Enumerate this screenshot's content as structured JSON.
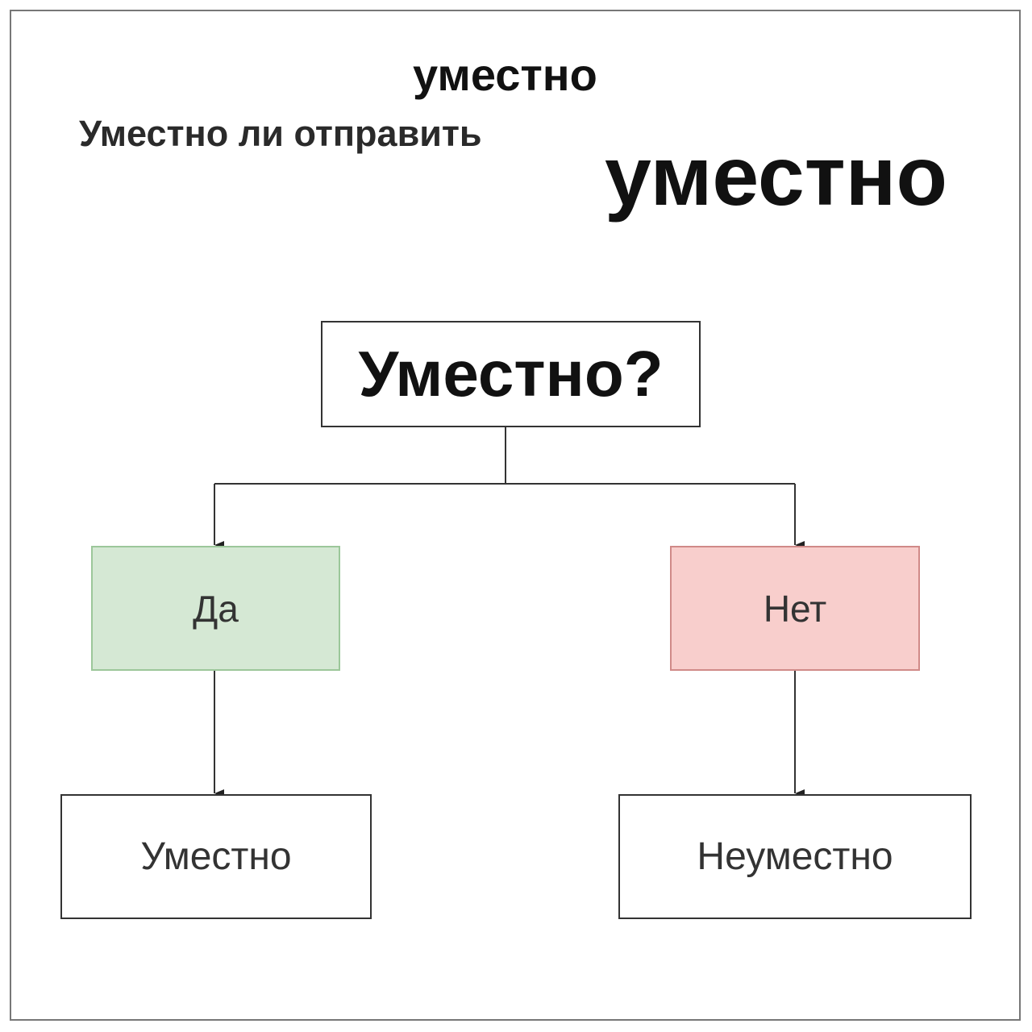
{
  "captions": {
    "top": "уместно",
    "question_line": "Уместно ли отправить",
    "big": "уместно"
  },
  "flowchart": {
    "root": "Уместно?",
    "yes": "Да",
    "no": "Нет",
    "yes_result": "Уместно",
    "no_result": "Неуместно"
  },
  "colors": {
    "yes_fill": "#d5e8d4",
    "yes_border": "#9cc79a",
    "no_fill": "#f8cecc",
    "no_border": "#d08a88"
  }
}
